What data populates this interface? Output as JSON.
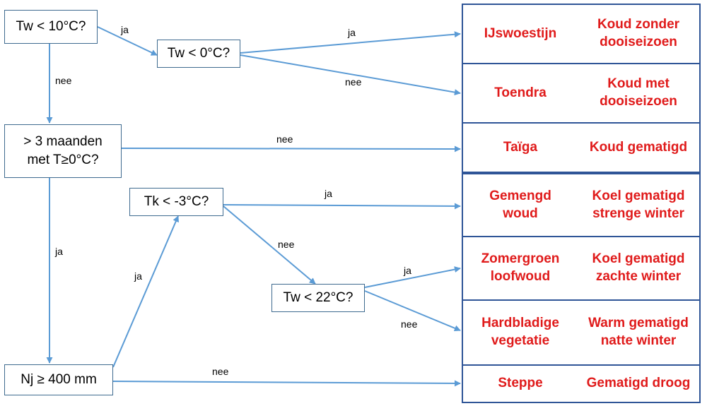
{
  "colors": {
    "arrow": "#5b9bd5",
    "node_border": "#3e6a8f",
    "result_border": "#2f5597",
    "result_text": "#e01b1b"
  },
  "nodes": {
    "tw10": "Tw < 10°C?",
    "tw0": "Tw < 0°C?",
    "months": "> 3 maanden\nmet T≥0°C?",
    "tk3": "Tk < -3°C?",
    "tw22": "Tw < 22°C?",
    "nj400": "Nj ≥ 400 mm"
  },
  "edges": {
    "tw10_tw0": "ja",
    "tw10_months": "nee",
    "tw0_ijs": "ja",
    "tw0_toendra": "nee",
    "months_taiga": "nee",
    "months_nj": "ja",
    "nj_tk": "ja",
    "tk_gemengd": "ja",
    "tk_tw22": "nee",
    "tw22_zomer": "ja",
    "tw22_hard": "nee",
    "nj_steppe": "nee"
  },
  "results": [
    {
      "biome": "IJswoestijn",
      "climate": "Koud zonder\ndooiseizoen"
    },
    {
      "biome": "Toendra",
      "climate": "Koud met\ndooiseizoen"
    },
    {
      "biome": "Taïga",
      "climate": "Koud gematigd"
    },
    {
      "biome": "Gemengd\nwoud",
      "climate": "Koel gematigd\nstrenge winter"
    },
    {
      "biome": "Zomergroen\nloofwoud",
      "climate": "Koel gematigd\nzachte winter"
    },
    {
      "biome": "Hardbladige\nvegetatie",
      "climate": "Warm gematigd\nnatte winter"
    },
    {
      "biome": "Steppe",
      "climate": "Gematigd droog"
    }
  ]
}
